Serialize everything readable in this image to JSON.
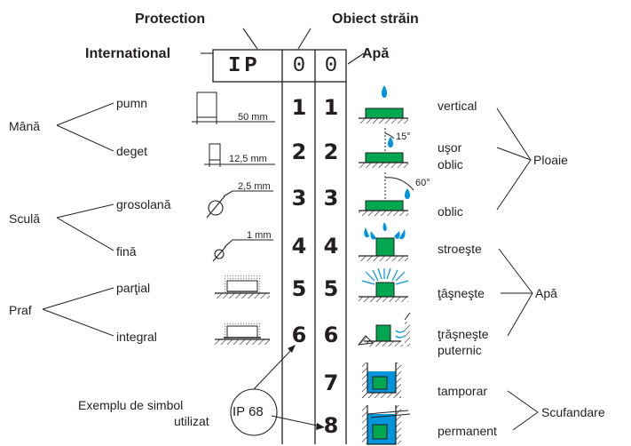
{
  "headers": {
    "protection": "Protection",
    "foreign_object": "Obiect străin",
    "international": "International",
    "water": "Apă"
  },
  "code": {
    "ip": "IP",
    "digit1": "0",
    "digit2": "0"
  },
  "first_digit_column": [
    "1",
    "2",
    "3",
    "4",
    "5",
    "6"
  ],
  "second_digit_column": [
    "1",
    "2",
    "3",
    "4",
    "5",
    "6",
    "7",
    "8"
  ],
  "solids": {
    "hand": "Mână",
    "fist": "pumn",
    "finger": "deget",
    "tool": "Sculă",
    "coarse": "grosolană",
    "fine": "fină",
    "dust": "Praf",
    "partial": "parţial",
    "total": "integral"
  },
  "dimensions": {
    "d1": "50 mm",
    "d2": "12,5 mm",
    "d3": "2,5 mm",
    "d4": "1 mm"
  },
  "water_labels": {
    "vertical": "vertical",
    "slight_oblique_line1": "uşor",
    "slight_oblique_line2": "oblic",
    "oblique": "oblic",
    "rain": "Ploaie",
    "splash": "stroeşte",
    "jet": "ţâşneşte",
    "strong_jet_line1": "ţrăşneşte",
    "strong_jet_line2": "puternic",
    "water": "Apă",
    "temporary": "tamporar",
    "permanent": "permanent",
    "immersion": "Scufandare"
  },
  "angles": {
    "a15": "15°",
    "a60": "60°"
  },
  "example": {
    "label_line1": "Exemplu de simbol",
    "label_line2": "utilizat",
    "symbol": "IP 68"
  },
  "colors": {
    "green": "#00a650",
    "blue": "#0095da",
    "ink": "#231f20"
  }
}
